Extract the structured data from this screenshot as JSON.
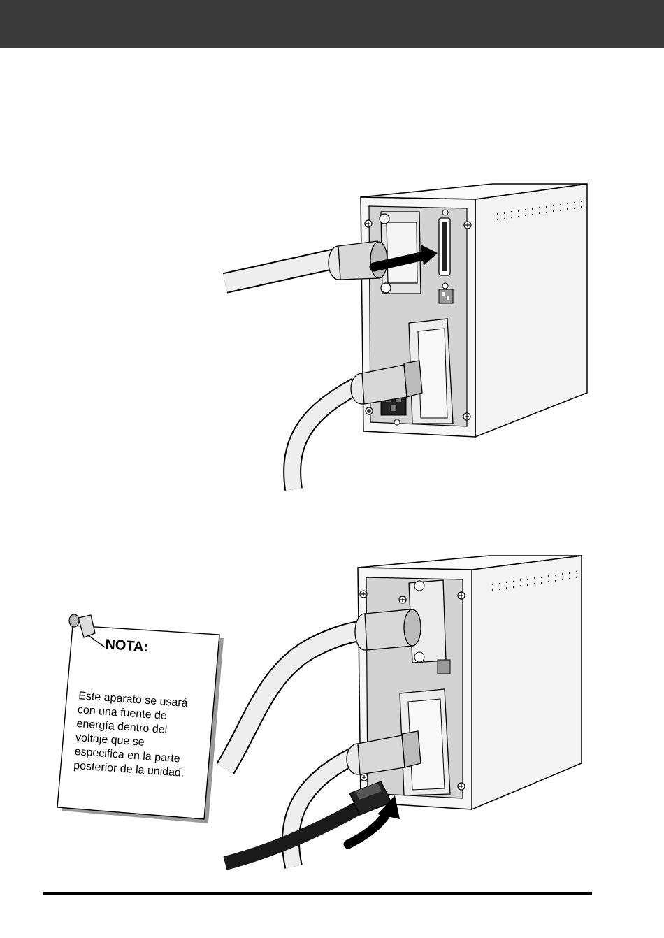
{
  "note": {
    "title": "NOTA:",
    "lines": [
      "Este aparato se usará",
      "con una fuente de",
      "energía dentro del",
      "voltaje que se",
      "especifica en la parte",
      "posterior de la unidad."
    ]
  },
  "colors": {
    "header": "#3a3a3a",
    "panel": "#d6d6d6",
    "housing": "#f2f2f2",
    "cable": "#ececec",
    "arrow": "#000000"
  }
}
